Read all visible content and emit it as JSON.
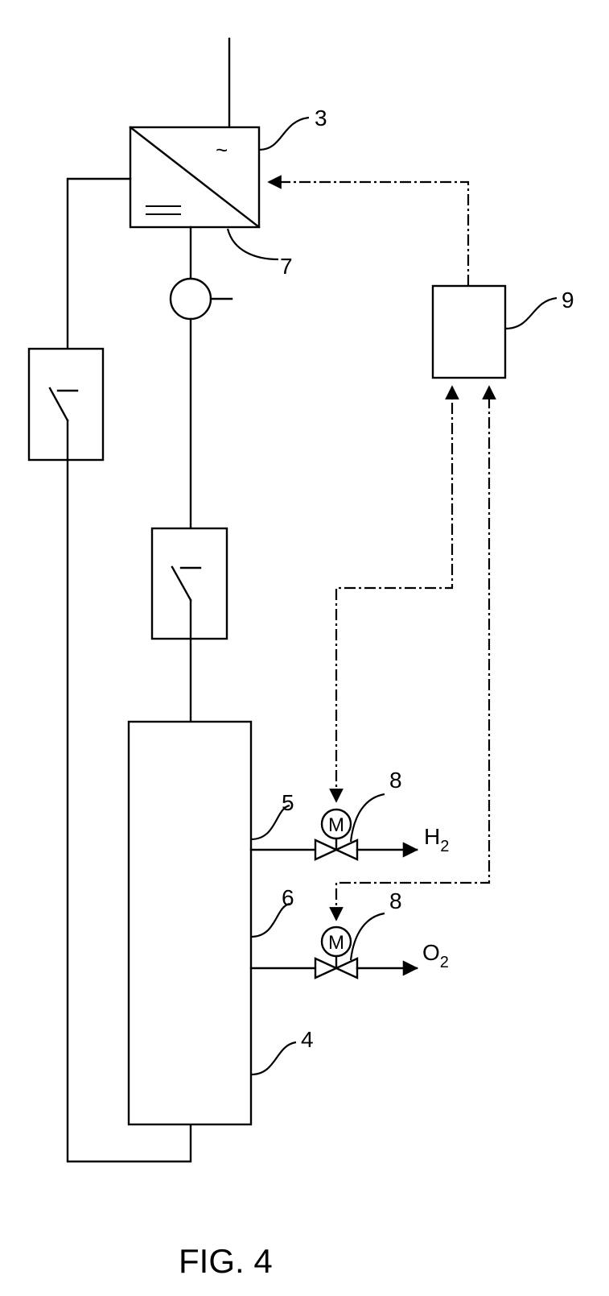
{
  "figure": {
    "caption": "FIG. 4"
  },
  "refs": {
    "converter": "3",
    "electrolyzer": "4",
    "hydrogen_outlet": "5",
    "oxygen_outlet": "6",
    "dc_output": "7",
    "valve_h2": "8",
    "valve_o2": "8",
    "controller": "9"
  },
  "converter": {
    "ac_symbol": "~",
    "dc_symbol": "=="
  },
  "valves": {
    "motor_letter_h2": "M",
    "motor_letter_o2": "M"
  },
  "gases": {
    "h2_base": "H",
    "h2_sub": "2",
    "o2_base": "O",
    "o2_sub": "2"
  }
}
